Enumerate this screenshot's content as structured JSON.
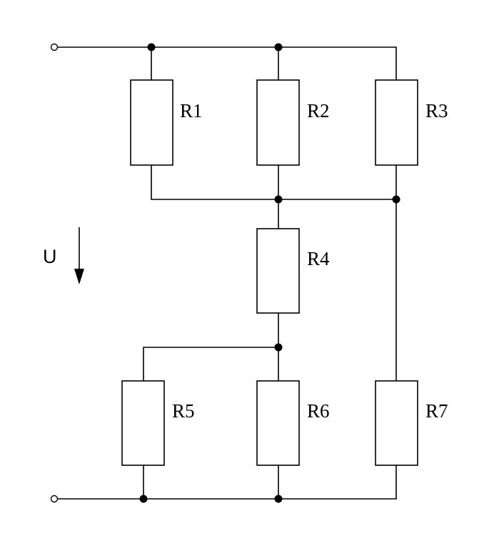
{
  "diagram": {
    "resistors": [
      {
        "id": "r1",
        "label": "R1"
      },
      {
        "id": "r2",
        "label": "R2"
      },
      {
        "id": "r3",
        "label": "R3"
      },
      {
        "id": "r4",
        "label": "R4"
      },
      {
        "id": "r5",
        "label": "R5"
      },
      {
        "id": "r6",
        "label": "R6"
      },
      {
        "id": "r7",
        "label": "R7"
      }
    ],
    "voltage": {
      "label": "U",
      "direction": "down"
    },
    "colors": {
      "line": "#000000",
      "background": "#ffffff"
    }
  }
}
